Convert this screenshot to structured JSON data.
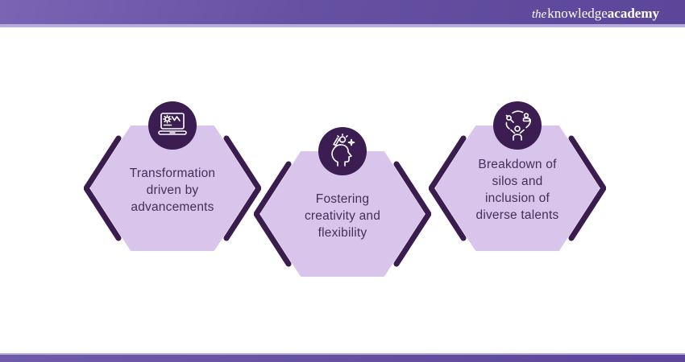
{
  "brand": {
    "the": "the",
    "knowledge": "knowledge",
    "academy": "academy"
  },
  "colors": {
    "header_purple_light": "#7a64b4",
    "header_purple_dark": "#5b4699",
    "header_accent_line": "#b7aadc",
    "hexagon_fill": "#d9c4ec",
    "bracket_dark_purple": "#3a1c4e",
    "icon_circle_purple": "#3b1d52",
    "label_text_purple": "#42305a",
    "icon_stroke": "#ffffff",
    "background": "#ffffff"
  },
  "items": [
    {
      "label": "Transformation driven by advancements",
      "icon": "laptop-analytics-icon"
    },
    {
      "label": "Fostering creativity and flexibility",
      "icon": "creative-mind-icon"
    },
    {
      "label": "Breakdown of silos and inclusion of diverse talents",
      "icon": "collaboration-icon"
    }
  ]
}
